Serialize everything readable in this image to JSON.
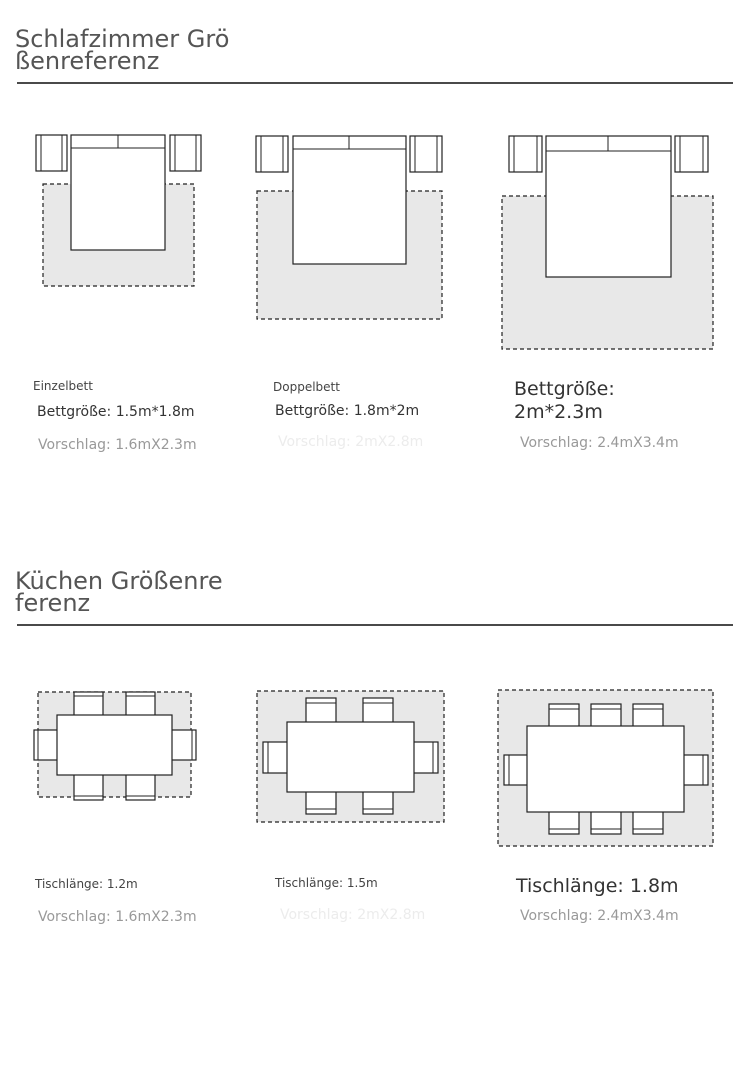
{
  "bedroom": {
    "title_line1": "Schlafzimmer Grö",
    "title_line2": "ßenreferenz",
    "items": [
      {
        "type": "Einzelbett",
        "size": "Bettgröße: 1.5m*1.8m",
        "suggestion": "Vorschlag: 1.6mX2.3m"
      },
      {
        "type": "Doppelbett",
        "size": "Bettgröße: 1.8m*2m",
        "suggestion": "Vorschlag: 2mX2.8m"
      },
      {
        "size_line1": "Bettgröße:",
        "size_line2": "2m*2.3m",
        "suggestion": "Vorschlag: 2.4mX3.4m"
      }
    ]
  },
  "kitchen": {
    "title_line1": "Küchen Größenre",
    "title_line2": "ferenz",
    "items": [
      {
        "length": "Tischlänge: 1.2m",
        "suggestion": "Vorschlag: 1.6mX2.3m"
      },
      {
        "length": "Tischlänge: 1.5m",
        "suggestion": "Vorschlag: 2mX2.8m"
      },
      {
        "length": "Tischlänge: 1.8m",
        "suggestion": "Vorschlag: 2.4mX3.4m"
      }
    ]
  }
}
